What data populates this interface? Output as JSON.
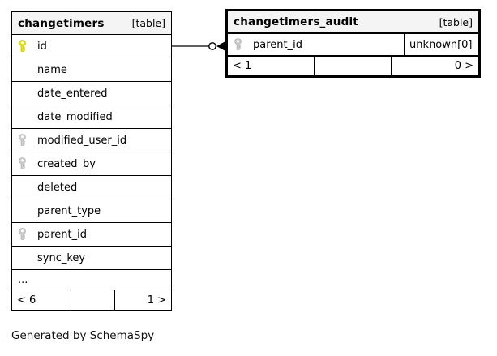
{
  "generated_by": "Generated by SchemaSpy",
  "colors": {
    "primary_key": "#e6e600",
    "index_key": "#cdcdcd",
    "header_bg": "#f4f4f4",
    "border": "#000000"
  },
  "relationship": {
    "from": "changetimers.id",
    "to": "changetimers_audit.parent_id",
    "style": "line-circle-solid-arrow"
  },
  "tables": [
    {
      "name": "changetimers",
      "type_label": "[table]",
      "columns": [
        {
          "name": "id",
          "icon": "primary-key"
        },
        {
          "name": "name",
          "icon": null
        },
        {
          "name": "date_entered",
          "icon": null
        },
        {
          "name": "date_modified",
          "icon": null
        },
        {
          "name": "modified_user_id",
          "icon": "index-key"
        },
        {
          "name": "created_by",
          "icon": "index-key"
        },
        {
          "name": "deleted",
          "icon": null
        },
        {
          "name": "parent_type",
          "icon": null
        },
        {
          "name": "parent_id",
          "icon": "index-key"
        },
        {
          "name": "sync_key",
          "icon": null
        }
      ],
      "ellipsis": "...",
      "footer": {
        "left": "< 6",
        "center": "",
        "right": "1 >"
      }
    },
    {
      "name": "changetimers_audit",
      "type_label": "[table]",
      "columns": [
        {
          "name": "parent_id",
          "icon": "index-key",
          "extra": "unknown[0]"
        }
      ],
      "footer": {
        "left": "< 1",
        "center": "",
        "right": "0 >"
      }
    }
  ]
}
